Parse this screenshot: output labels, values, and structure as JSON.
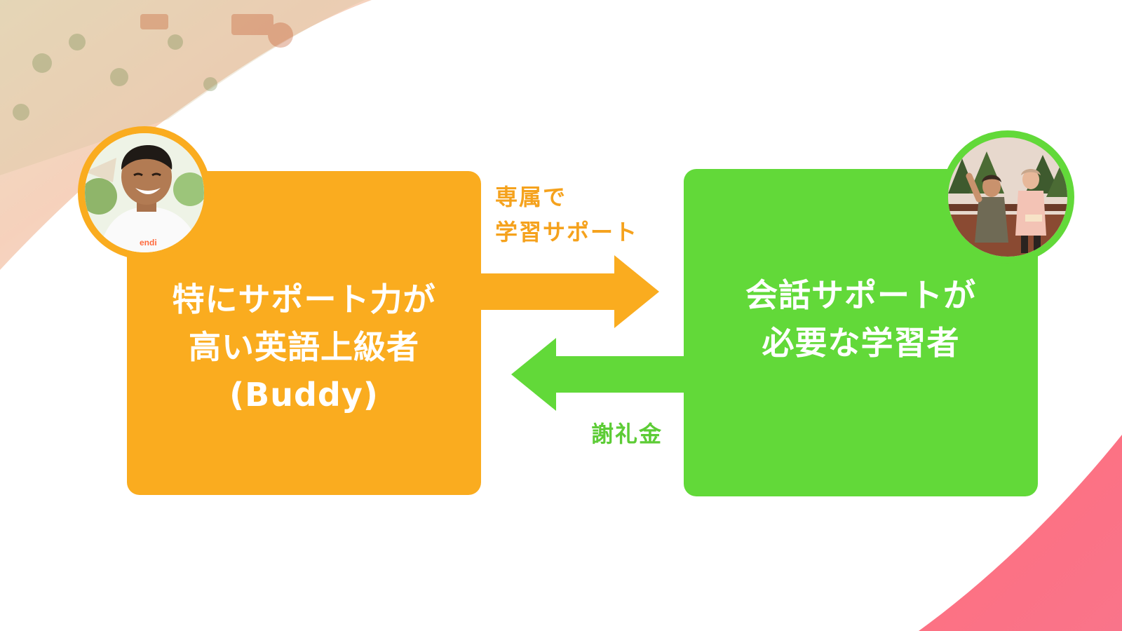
{
  "colors": {
    "orange": "#FAAC1F",
    "green": "#62D939",
    "background_curve_pink": "#F76E7E"
  },
  "buddy_box": {
    "lines": [
      "特にサポート力が",
      "高い英語上級者",
      "(Buddy)"
    ]
  },
  "learner_box": {
    "lines": [
      "会話サポートが",
      "必要な学習者"
    ]
  },
  "support_label": {
    "lines": [
      "専属で",
      "学習サポート"
    ]
  },
  "reward_label": {
    "text": "謝礼金"
  },
  "icons": {
    "buddy_avatar": "person-photo-icon",
    "learner_avatar": "vr-avatars-photo-icon",
    "support_arrow": "arrow-right-icon",
    "reward_arrow": "arrow-left-icon"
  }
}
